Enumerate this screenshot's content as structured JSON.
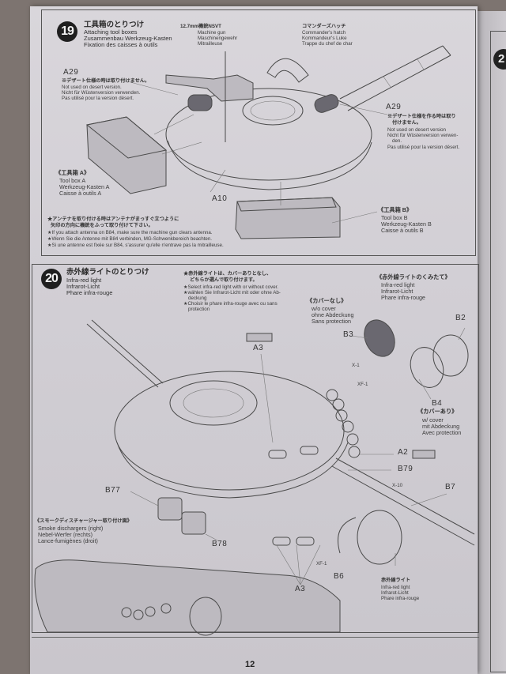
{
  "page_number": "12",
  "next_page_step_partial": "2",
  "step19": {
    "number": "19",
    "title_jp": "工具箱のとりつけ",
    "title_en": "Attaching tool boxes",
    "title_de": "Zusammenbau Werkzeug-Kasten",
    "title_fr": "Fixation des caisses à outils",
    "mg_label": {
      "jp": "12.7mm機銃NSVT",
      "en": "Machine gun",
      "de": "Maschinengewehr",
      "fr": "Mitrailleuse"
    },
    "hatch_label": {
      "jp": "コマンダーズハッチ",
      "en": "Commander's hatch",
      "de": "Kommandeur's Luke",
      "fr": "Trappe du chef de char"
    },
    "a29_left": {
      "part": "A29",
      "jp": "※デザート仕様の時は取り付けません。",
      "en": "Not used on desert version.",
      "de": "Nicht für Wüstenversion verwenden.",
      "fr": "Pas utilisé pour la version désert."
    },
    "a29_right": {
      "part": "A29",
      "jp1": "※デザート仕様を作る時は取り",
      "jp2": "付けません。",
      "en": "Not used on desert version",
      "de1": "Nicht für Wüstenversion verwen-",
      "de2": "den.",
      "fr": "Pas utilisé pour la version désert."
    },
    "toolbox_a": {
      "jp": "《工具箱 A》",
      "en": "Tool box A",
      "de": "Werkzeug-Kasten A",
      "fr": "Caisse à outils A"
    },
    "toolbox_b": {
      "jp": "《工具箱 B》",
      "en": "Tool box B",
      "de": "Werkzeug-Kasten B",
      "fr": "Caisse à outils B"
    },
    "part_a10": "A10",
    "antenna_note": {
      "jp1": "★アンテナを取り付ける時はアンテナがまっすぐ立つように",
      "jp2": "矢印の方向に機銃をふって取り付けて下さい。",
      "en": "★If you attach antenna on B84, make sure the machine gun clears antenna.",
      "de": "★Wenn Sie die Antenne mit B84 verbinden, MG-Schwenkbereich beachten.",
      "fr": "★Si une antenne est fixée sur B84, s'assurer qu'elle n'entrave pas la mitrailleuse."
    }
  },
  "step20": {
    "number": "20",
    "title_jp": "赤外線ライトのとりつけ",
    "title_en": "Infra-red light",
    "title_de": "Infrarot-Licht",
    "title_fr": "Phare infra-rouge",
    "cover_note": {
      "jp1": "★赤外線ライトは、カバーありとなし、",
      "jp2": "どちらか選んで取り付けます。",
      "en": "★Select infra-red light with or without cover.",
      "de1": "★wählen Sie Infrarot-Licht mit oder ohne Ab-",
      "de2": "deckung",
      "fr1": "★Choisir le phare infra-rouge avec ou sans",
      "fr2": "protection"
    },
    "ir_assembly": {
      "jp": "《赤外線ライトのくみたて》",
      "en": "Infra-red light",
      "de": "Infrarot-Licht",
      "fr": "Phare infra-rouge"
    },
    "no_cover": {
      "jp": "《カバーなし》",
      "en": "w/o cover",
      "de": "ohne Abdeckung",
      "fr": "Sans protection"
    },
    "with_cover": {
      "jp": "《カバーあり》",
      "en": "w/ cover",
      "de": "mit Abdeckung",
      "fr": "Avec protection"
    },
    "smoke": {
      "jp": "《スモークディスチャージャー取り付け図》",
      "en": "Smoke dischargers (right)",
      "de": "Nebel-Werfer (rechts)",
      "fr": "Lance-fumigènes (droit)"
    },
    "ir_light_label": {
      "jp": "赤外線ライト",
      "en": "Infra-red light",
      "de": "Infrarot-Licht",
      "fr": "Phare infra-rouge"
    },
    "parts": {
      "a3_top": "A3",
      "a3_bottom": "A3",
      "b3": "B3",
      "b2": "B2",
      "b4": "B4",
      "x1": "X-1",
      "xf1_top": "XF-1",
      "xf1_bottom": "XF-1",
      "a2": "A2",
      "b79": "B79",
      "x10": "X-10",
      "b7": "B7",
      "b77": "B77",
      "b78": "B78",
      "b6": "B6"
    }
  }
}
